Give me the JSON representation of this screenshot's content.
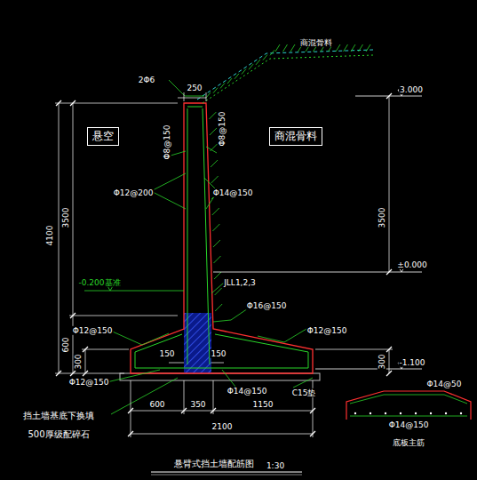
{
  "diagram": {
    "title": "悬臂式挡土墙配筋图",
    "nodes": [
      {
        "text": [
          "悬空"
        ]
      },
      {
        "text": [
          "商混骨料"
        ]
      }
    ],
    "labels": [
      "商混骨料",
      "250",
      "2Φ6",
      "3.000",
      "Φ8@150",
      "Φ8@150",
      "Φ12@200",
      "Φ14@150",
      "4100",
      "3500",
      "3500",
      "±0.000",
      "-0.200基准",
      "JLL1,2,3",
      "Φ16@150",
      "Φ12@150",
      "Φ12@150",
      "600",
      "300",
      "300",
      "-1.100",
      "150",
      "150",
      "Φ12@150",
      "Φ14@150",
      "C15垫",
      "挡土墙基底下换填",
      "500厚级配碎石",
      "600",
      "350",
      "1150",
      "2100",
      "Φ14@50",
      "Φ14@150",
      "底板主筋",
      "1:30"
    ]
  }
}
